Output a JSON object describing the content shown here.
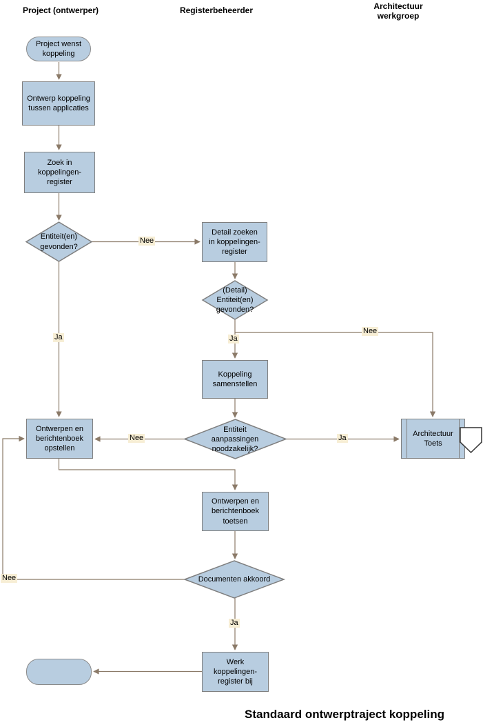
{
  "title": "Standaard ontwerptraject koppeling",
  "lanes": [
    {
      "label": "Project (ontwerper)"
    },
    {
      "label": "Registerbeheerder"
    },
    {
      "label": "Architectuur werkgroep"
    }
  ],
  "nodes": {
    "start": "Project wenst koppeling",
    "ontwerp_koppeling": "Ontwerp koppeling tussen applicaties",
    "zoek_register": "Zoek in koppelingen-register",
    "entiteit_gevonden": "Entiteit(en) gevonden?",
    "detail_zoeken": "Detail zoeken in koppelingen-register",
    "detail_entiteit_gevonden": "(Detail) Entiteit(en) gevonden?",
    "koppeling_samenstellen": "Koppeling samenstellen",
    "entiteit_aanpassingen": "Entiteit aanpassingen noodzakelijk?",
    "ontwerpen_opstellen": "Ontwerpen en berichtenboek opstellen",
    "architectuur_toets": "Architectuur Toets",
    "ontwerpen_toetsen": "Ontwerpen en berichtenboek toetsen",
    "documenten_akkoord": "Documenten akkoord",
    "werk_register_bij": "Werk koppelingen-register bij",
    "end": ""
  },
  "edge_labels": {
    "entiteit_gevonden_nee": "Nee",
    "entiteit_gevonden_ja": "Ja",
    "detail_gevonden_ja": "Ja",
    "detail_gevonden_nee": "Nee",
    "aanpassingen_nee": "Nee",
    "aanpassingen_ja": "Ja",
    "documenten_nee": "Nee",
    "documenten_ja": "Ja"
  },
  "colors": {
    "shape_fill": "#b8cde0",
    "shape_border": "#7f7f7f",
    "connector": "#8b7a68",
    "edge_label_bg": "#f7eed5",
    "offpage_fill": "#ffffff",
    "offpage_border": "#333333"
  }
}
